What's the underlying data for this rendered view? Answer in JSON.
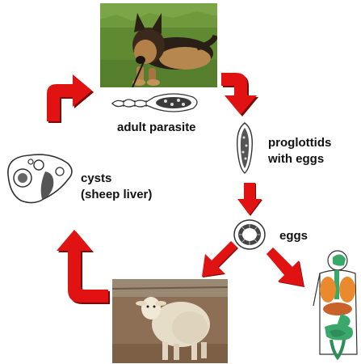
{
  "labels": {
    "adult_parasite": "adult parasite",
    "proglottids_line1": "proglottids",
    "proglottids_line2": "with eggs",
    "cysts_line1": "cysts",
    "cysts_line2": "(sheep liver)",
    "eggs": "eggs"
  },
  "colors": {
    "arrow": "#e01212",
    "arrow_shadow": "#7a0a0a",
    "grass": "#5f8a32",
    "sheep_ground": "#8c6f55",
    "organ_green": "#3aa86a",
    "organ_orange": "#e98a2e"
  },
  "icons": {
    "dog_photo": "german-shepherd-dog-photo",
    "sheep_photo": "sheep-photo",
    "worm": "adult-tapeworm-icon",
    "proglottid": "proglottid-segment-icon",
    "egg": "egg-icon",
    "liver": "sheep-liver-cyst-icon",
    "human": "human-anatomy-icon"
  }
}
